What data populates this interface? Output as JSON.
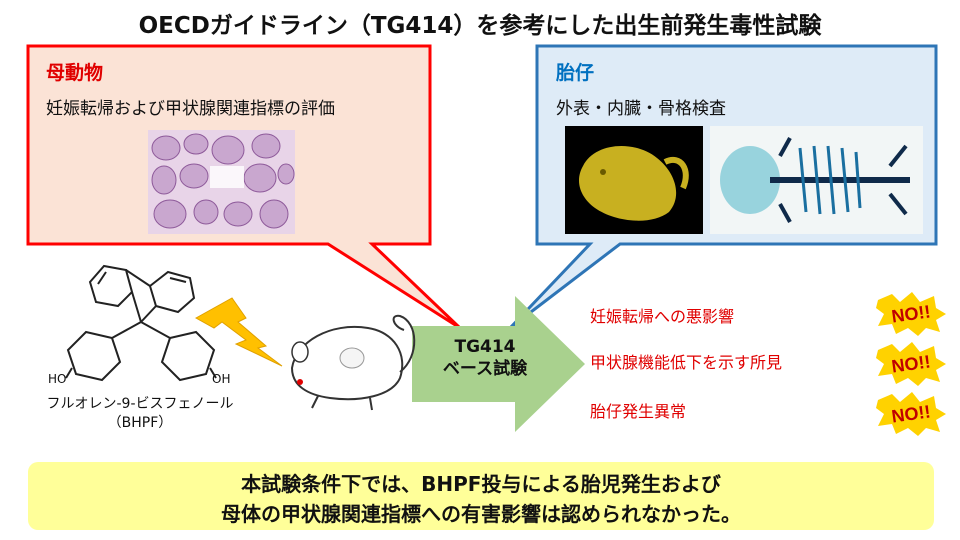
{
  "title": "OECDガイドライン（TG414）を参考にした出生前発生毒性試験",
  "mother": {
    "heading": "母動物",
    "subtitle": "妊娠転帰および甲状腺関連指標の評価"
  },
  "fetus": {
    "heading": "胎仔",
    "subtitle": "外表・内臓・骨格検査"
  },
  "chemical": {
    "name_line1": "フルオレン-9-ビスフェノール",
    "name_line2": "（BHPF）",
    "ho_left": "HO",
    "ho_right": "OH"
  },
  "test_arrow": {
    "line1": "TG414",
    "line2": "ベース試験"
  },
  "results": [
    {
      "text": "妊娠転帰への悪影響",
      "badge": "NO!!"
    },
    {
      "text": "甲状腺機能低下を示す所見",
      "badge": "NO!!"
    },
    {
      "text": "胎仔発生異常",
      "badge": "NO!!"
    }
  ],
  "conclusion": {
    "line1": "本試験条件下では、BHPF投与による胎児発生および",
    "line2": "母体の甲状腺関連指標への有害影響は認められなかった。"
  },
  "colors": {
    "mother_border": "#ff0000",
    "mother_fill": "#fbe3d6",
    "mother_heading": "#e00000",
    "fetus_border": "#2e75b6",
    "fetus_fill": "#deebf7",
    "fetus_heading": "#0070c0",
    "arrow_fill": "#a9d18e",
    "conclusion_fill": "#ffff99",
    "result_text": "#e00000"
  }
}
